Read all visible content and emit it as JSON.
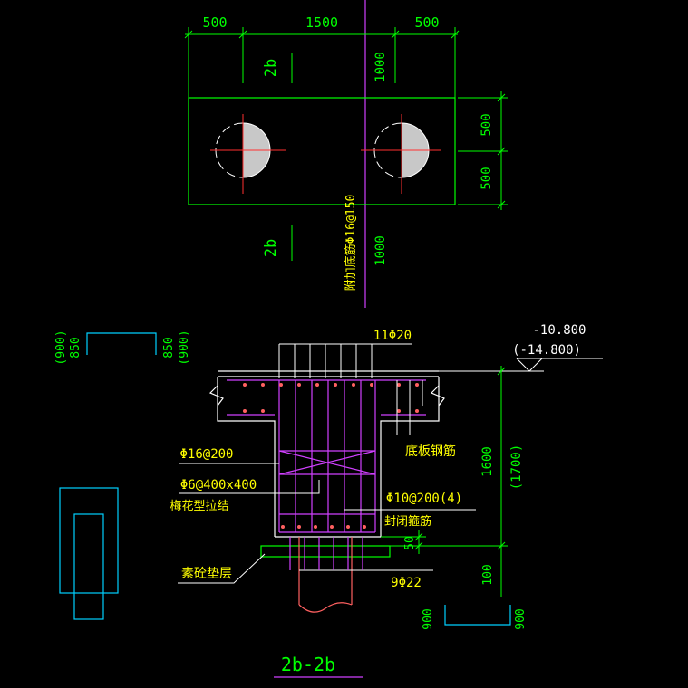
{
  "colors": {
    "background": "#000000",
    "dimension": "#00ff00",
    "text_yellow": "#ffff00",
    "centerline": "#ff3030",
    "rebar": "#d040ff",
    "outline": "#ffffff",
    "pile": "#ff6060",
    "fill": "#c8c8c8",
    "cyan": "#00d0ff",
    "slab": "#ffffff"
  },
  "plan": {
    "dim_top": [
      "500",
      "1500",
      "500"
    ],
    "dim_right": [
      "500",
      "500"
    ],
    "dim_vertical_upper": "1000",
    "dim_vertical_lower": "1000",
    "section_mark_top": "2b",
    "section_mark_bottom": "2b",
    "rebar_note": "附加底筋Φ16@150"
  },
  "section": {
    "top_bars": "11Φ20",
    "elevation_1": "-10.800",
    "elevation_2": "(-14.800)",
    "left_dim_1": "(900)",
    "left_dim_2": "850",
    "left_dim_3": "850",
    "left_dim_4": "(900)",
    "height_dim": "1600",
    "height_dim_alt": "(1700)",
    "label_slab_bar": "底板钢筋",
    "label_stirrup_1": "Φ16@200",
    "label_stirrup_2": "Φ6@400x400",
    "label_tie": "梅花型拉结",
    "label_closed_stirrup": "Φ10@200(4)",
    "label_closed": "封闭箍筋",
    "dim_50": "50",
    "dim_100": "100",
    "label_bedding": "素砼垫层",
    "bottom_bars": "9Φ22",
    "bottom_dim_left": "900",
    "bottom_dim_right": "900",
    "title": "2b-2b"
  }
}
